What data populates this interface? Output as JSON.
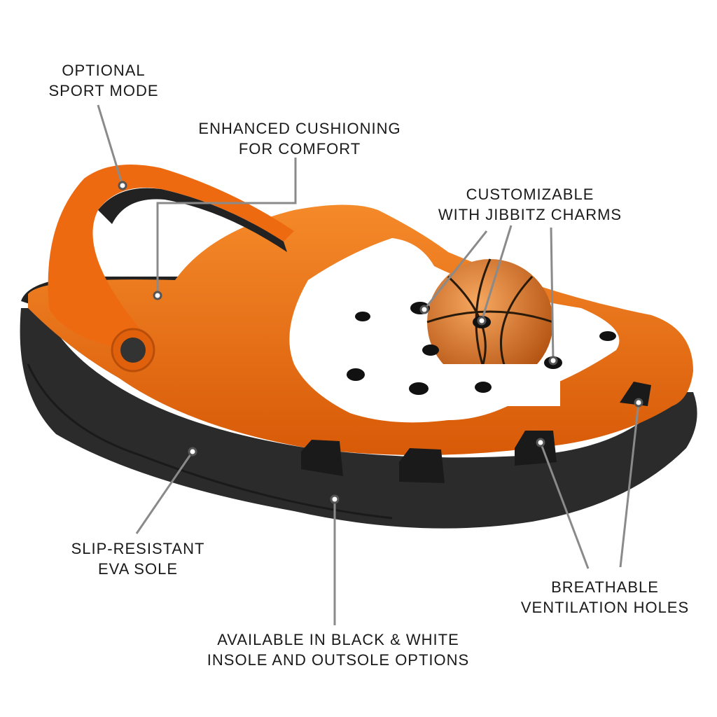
{
  "colors": {
    "shoe_orange": "#ee6a10",
    "sole_black": "#2a2a2a",
    "callout_gray": "#8a8a8a",
    "text": "#1a1a1a"
  },
  "callouts": [
    {
      "id": "sport-mode",
      "lines": [
        "OPTIONAL",
        "SPORT MODE"
      ]
    },
    {
      "id": "cushioning",
      "lines": [
        "ENHANCED CUSHIONING",
        "FOR COMFORT"
      ]
    },
    {
      "id": "jibbitz",
      "lines": [
        "CUSTOMIZABLE",
        "WITH JIBBITZ CHARMS"
      ]
    },
    {
      "id": "sole",
      "lines": [
        "SLIP-RESISTANT",
        "EVA SOLE"
      ]
    },
    {
      "id": "options",
      "lines": [
        "AVAILABLE IN BLACK & WHITE",
        "INSOLE AND OUTSOLE OPTIONS"
      ]
    },
    {
      "id": "ventilation",
      "lines": [
        "BREATHABLE",
        "VENTILATION HOLES"
      ]
    }
  ]
}
